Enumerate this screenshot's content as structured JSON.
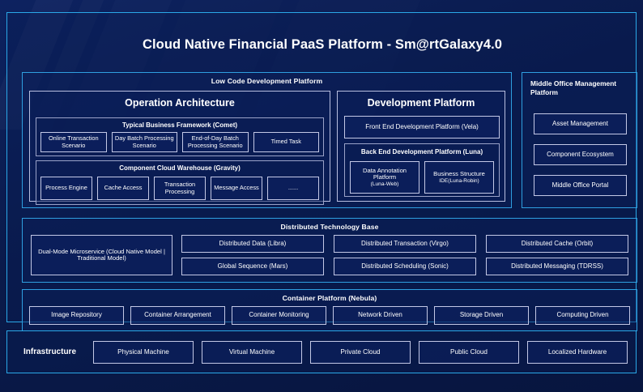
{
  "title": "Cloud Native Financial PaaS Platform - Sm@rtGalaxy4.0",
  "colors": {
    "accent_cyan": "#2aa8e8",
    "panel_border": "#b9bfe0",
    "background_dark": "#0a1b4d",
    "text": "#ffffff"
  },
  "low_code": {
    "title": "Low Code Development Platform",
    "operation_architecture": {
      "title": "Operation Architecture",
      "comet": {
        "title": "Typical Business Framework (Comet)",
        "items": [
          "Online Transaction Scenario",
          "Day Batch Processing Scenario",
          "End-of-Day Batch Processing Scenario",
          "Timed Task"
        ]
      },
      "gravity": {
        "title": "Component Cloud Warehouse (Gravity)",
        "items": [
          "Process Engine",
          "Cache Access",
          "Transaction Processing",
          "Message Access",
          "......"
        ]
      }
    },
    "development_platform": {
      "title": "Development Platform",
      "front_end": "Front End Development Platform (Vela)",
      "back_end": {
        "title": "Back End Development Platform (Luna)",
        "items": [
          {
            "main": "Data Annotation Platform",
            "sub": "(Luna-Web)"
          },
          {
            "main": "Business Structure",
            "sub": "IDE(Luna-Robin)"
          }
        ]
      }
    }
  },
  "middle_office": {
    "title": "Middle Office Management Platform",
    "items": [
      "Asset Management",
      "Component Ecosystem",
      "Middle Office Portal"
    ]
  },
  "distributed_technology_base": {
    "title": "Distributed Technology Base",
    "dual_mode": "Dual-Mode Microservice (Cloud Native Model | Traditional Model)",
    "items": [
      "Distributed Data (Libra)",
      "Distributed Transaction (Virgo)",
      "Distributed Cache (Orbit)",
      "Global Sequence (Mars)",
      "Distributed Scheduling (Sonic)",
      "Distributed Messaging (TDRSS)"
    ]
  },
  "container_platform": {
    "title": "Container Platform (Nebula)",
    "items": [
      "Image Repository",
      "Container Arrangement",
      "Container Monitoring",
      "Network Driven",
      "Storage Driven",
      "Computing Driven"
    ]
  },
  "infrastructure": {
    "label": "Infrastructure",
    "items": [
      "Physical Machine",
      "Virtual Machine",
      "Private Cloud",
      "Public Cloud",
      "Localized Hardware"
    ]
  }
}
